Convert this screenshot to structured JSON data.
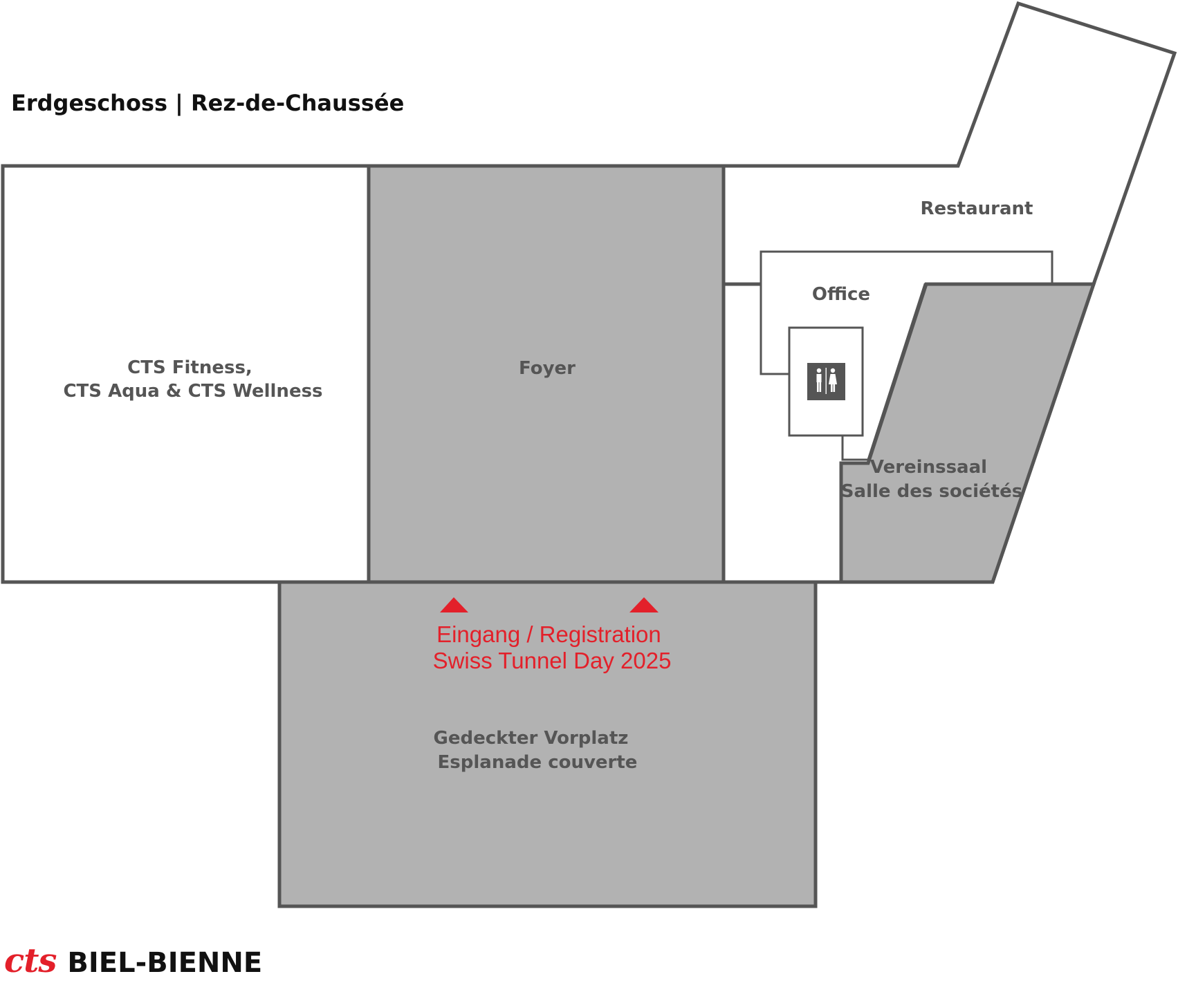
{
  "title": "Erdgeschoss | Rez-de-Chaussée",
  "rooms": {
    "fitness": {
      "line1": "CTS Fitness,",
      "line2": "CTS Aqua & CTS Wellness"
    },
    "foyer": {
      "label": "Foyer"
    },
    "restaurant": {
      "label": "Restaurant"
    },
    "office": {
      "label": "Office"
    },
    "vereinssaal": {
      "line1": "Vereinssaal",
      "line2": "Salle des sociétés"
    },
    "vorplatz": {
      "line1": "Gedeckter Vorplatz",
      "line2": "Esplanade couverte"
    }
  },
  "entrance": {
    "line1": "Eingang / Registration",
    "line2": "Swiss Tunnel Day 2025",
    "color": "#e3202a"
  },
  "icons": {
    "restroom": "restroom-icon",
    "entrance": "triangle-marker-icon"
  },
  "logo": {
    "mark": "cts",
    "text": "BIEL-BIENNE"
  },
  "colors": {
    "wall": "#555555",
    "highlighted_area": "#b2b2b2",
    "accent": "#e3202a"
  }
}
